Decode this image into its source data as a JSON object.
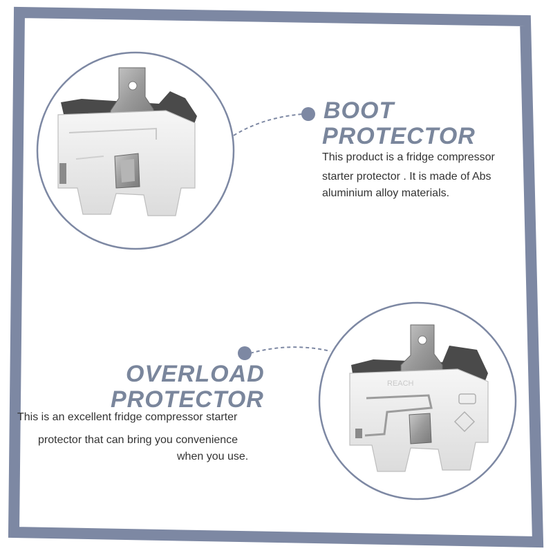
{
  "colors": {
    "frame": "#7d88a3",
    "accent": "#7a869c",
    "body_text": "#333333",
    "background": "#ffffff"
  },
  "sections": {
    "boot": {
      "title_line1": "BOOT",
      "title_line2": "PROTECTOR",
      "desc_line1": "This product is a fridge compressor",
      "desc_line2": "starter protector . It is made of Abs",
      "desc_line3": "aluminium alloy materials.",
      "image_icon": "boot-protector-part"
    },
    "overload": {
      "title_line1": "OVERLOAD",
      "title_line2": "PROTECTOR",
      "desc_line1": "This is an excellent fridge compressor starter",
      "desc_line2": "protector that can bring you convenience",
      "desc_line3": "when you use.",
      "image_icon": "overload-protector-part",
      "part_marking": "REACH"
    }
  }
}
